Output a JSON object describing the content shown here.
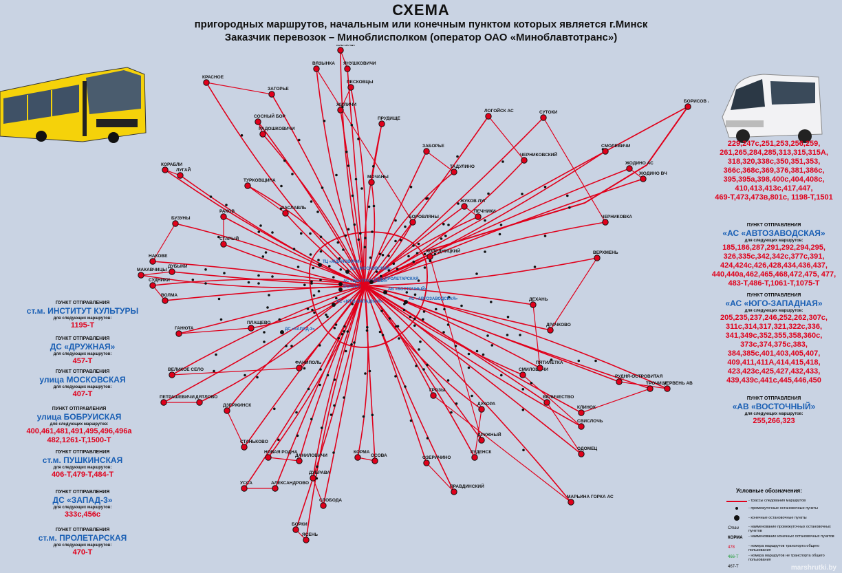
{
  "header": {
    "title": "СХЕМА",
    "subtitle1": "пригородных маршрутов, начальным или конечным пунктом которых является г.Минск",
    "subtitle2": "Заказчик перевозок – Миноблисполком (оператор ОАО «Миноблавтотранс»)"
  },
  "colors": {
    "route_line": "#e0001b",
    "background": "#c9d3e3",
    "station_blue": "#1a5fb4",
    "route_green": "#1c9b32"
  },
  "left_departures": [
    {
      "label": "ПУНКТ ОТПРАВЛЕНИЯ",
      "station": "ст.м. ИНСТИТУТ КУЛЬТУРЫ",
      "sub": "для следующих маршрутов:",
      "routes_red": "",
      "routes_green": "1195-Т"
    },
    {
      "label": "ПУНКТ ОТПРАВЛЕНИЯ",
      "station": "ДС «ДРУЖНАЯ»",
      "sub": "для следующих маршрутов:",
      "routes_red": "",
      "routes_green": "457-Т"
    },
    {
      "label": "ПУНКТ ОТПРАВЛЕНИЯ",
      "station": "улица МОСКОВСКАЯ",
      "sub": "для следующих маршрутов:",
      "routes_red": "",
      "routes_green": "407-Т"
    },
    {
      "label": "ПУНКТ ОТПРАВЛЕНИЯ",
      "station": "улица БОБРУИСКАЯ",
      "sub": "для следующих маршрутов:",
      "routes_red": "400,461,481,491,495,496,496а",
      "routes_green": "482,1261-Т,1500-Т"
    },
    {
      "label": "ПУНКТ ОТПРАВЛЕНИЯ",
      "station": "ст.м. ПУШКИНСКАЯ",
      "sub": "для следующих маршрутов:",
      "routes_red": "",
      "routes_green": "406-Т,479-Т,484-Т"
    },
    {
      "label": "ПУНКТ ОТПРАВЛЕНИЯ",
      "station": "ДС «ЗАПАД-3»",
      "sub": "для следующих маршрутов:",
      "routes_red": "333с,456с",
      "routes_green": ""
    },
    {
      "label": "ПУНКТ ОТПРАВЛЕНИЯ",
      "station": "ст.м. ПРОЛЕТАРСКАЯ",
      "sub": "для следующих маршрутов:",
      "routes_red": "",
      "routes_green": "470-Т"
    }
  ],
  "right_departures": [
    {
      "label": "",
      "station": "",
      "sub": "",
      "routes_red": "229,247с,251,253,256,259, 261,265,284,285,313,315,315А, 318,320,338с,350,351,353, 366с,368с,369,376,381,386с, 395,395а,398,400с,404,408с, 410,413,413с,417,447,",
      "routes_green": "469-Т,473,473в,801с, 1198-Т,1501"
    },
    {
      "label": "ПУНКТ ОТПРАВЛЕНИЯ",
      "station": "«АС «АВТОЗАВОДСКАЯ»",
      "sub": "для следующих маршрутов:",
      "routes_red": "185,186,287,291,292,294,295, 326,335с,342,342с,377с,391, 424,424с,426,428,434,436,437, 440,440а,462,465,468,472,475, 477,",
      "routes_green": "483-Т,486-Т,1061-Т,1075-Т"
    },
    {
      "label": "ПУНКТ ОТПРАВЛЕНИЯ",
      "station": "«АС «ЮГО-ЗАПАДНАЯ»",
      "sub": "для следующих маршрутов:",
      "routes_red": "205,235,237,246,252,262,307с, 311с,314,317,321,322с,336, 341,349с,352,355,358,360с, 373с,374,375с,383, 384,385с,401,403,405,407, 409,411,411А,414,415,418, 423,423с,425,427,432,433, 439,439с,441с,445,446,450",
      "routes_green": ""
    },
    {
      "label": "ПУНКТ ОТПРАВЛЕНИЯ",
      "station": "«АВ «ВОСТОЧНЫЙ»",
      "sub": "для следующих маршрутов:",
      "routes_red": "255,266,323",
      "routes_green": ""
    }
  ],
  "map": {
    "terminals": [
      "КАЛАЧИ",
      "ЯНУШКОВИЧИ",
      "ЗАГОРЬЕ",
      "КРАСНОЕ",
      "СОСНЫЙ БОР",
      "РАДОШКОВИЧИ",
      "КОРАБЛИ",
      "ЛУГАЙ",
      "ТУРКОВЩИНА",
      "ЗАСЛАВЛЬ",
      "РАКОВ",
      "СТАРЫЙ",
      "БУЗУНЫ",
      "НАКОВЕ",
      "ДУБЫКИ",
      "МАКАВЧИЦЫ",
      "СУДНИКИ",
      "ВОЛМА",
      "ГАНЮТА",
      "ПЛАЩЕВО",
      "ФАНИПОЛЬ",
      "ВЕЛИКОЕ СЕЛО",
      "ПЕТРАШЕВИЧИ",
      "ДЯТЛОВО",
      "ДЗЕРЖИНСК",
      "СТАНЬКОВО",
      "НОВАЯ РОДНА",
      "ДАНИЛОВИЧИ",
      "АЛЕКСАНДРОВО",
      "УССА",
      "ДУБРАВА",
      "СЛОБОДА",
      "БОРКИ",
      "ЯСЕНЬ",
      "ОСОВА",
      "КОРМА",
      "ПРАВДИНСКИЙ",
      "ОЗЕРИЧИНО",
      "РУДЕНСК",
      "ДУКОРА",
      "ГРОЗЫ",
      "МАРЬИНА ГОРКА АС",
      "СВИСЛОЧЬ",
      "СМИЛОВИЧИ",
      "ЧЕРВЕНЬ АВ",
      "РУДНЯ-ОСТРОВИТАЯ",
      "ТРОЧИЦЕ",
      "КЛИНОК",
      "ПЯТИЛЕТКА",
      "ДЕХАНЬ",
      "ДРАЧКОВО",
      "ВЕРХМЕНЬ",
      "ЧЕРНИКОВКА",
      "СУТОКИ",
      "БОРИСОВ АВ",
      "СМОЛЕВИЧИ",
      "ЖОДИНО АС",
      "ЖОДИНО ВЧ",
      "ЛОГОЙСК АС",
      "ЧЕРНИКОВСКИЙ",
      "ТАДУЛИНО",
      "ЗАБОРЬЕ",
      "МОЧАНЫ",
      "ПРУДИЩЕ",
      "ЖИЛИЧИ",
      "ПЕСКОВЦЫ",
      "ВЯЗЫНКА",
      "БОРОВЛЯНЫ",
      "ЖУКОВ ЛУГ",
      "ПЕЧНИКИ",
      "ХОЛЕДНИЦКИЙ",
      "ДРУЖНЫЙ",
      "ОДОМЕЦ",
      "ВЕЛИЧЕСТВО"
    ],
    "station_labels": [
      "АВ «МОСКОВСКИЙ»",
      "АС «ЦЕНТРАЛЬНЫЙ»",
      "АС «АВТОЗАВОДСКАЯ»",
      "АС «ЮГО-ЗАПАДНАЯ»",
      "АВ «ВОСТОЧНЫЙ»",
      "ТЦ «ЖДАНОВИЧИ»",
      "БОКЗАЛ",
      "ст.м. ПРОЛЕТАРСКАЯ",
      "ДС «ЗАПАД-3»"
    ]
  },
  "legend": {
    "title": "Условные обозначения:",
    "items": [
      "- трассы следования маршрутов",
      "- промежуточные остановочные пункты",
      "- конечные остановочные пункты",
      "- наименование промежуточных остановочных пунктов",
      "- наименование конечных остановочных пунктов",
      "- номера маршрутов транспорта общего пользования",
      "- номера маршрутов не транспорта общего пользования"
    ],
    "samples": [
      "Стаи",
      "КОРМА",
      "478",
      "466-Т",
      "467-Т"
    ]
  },
  "watermark": "marshrutki.by"
}
